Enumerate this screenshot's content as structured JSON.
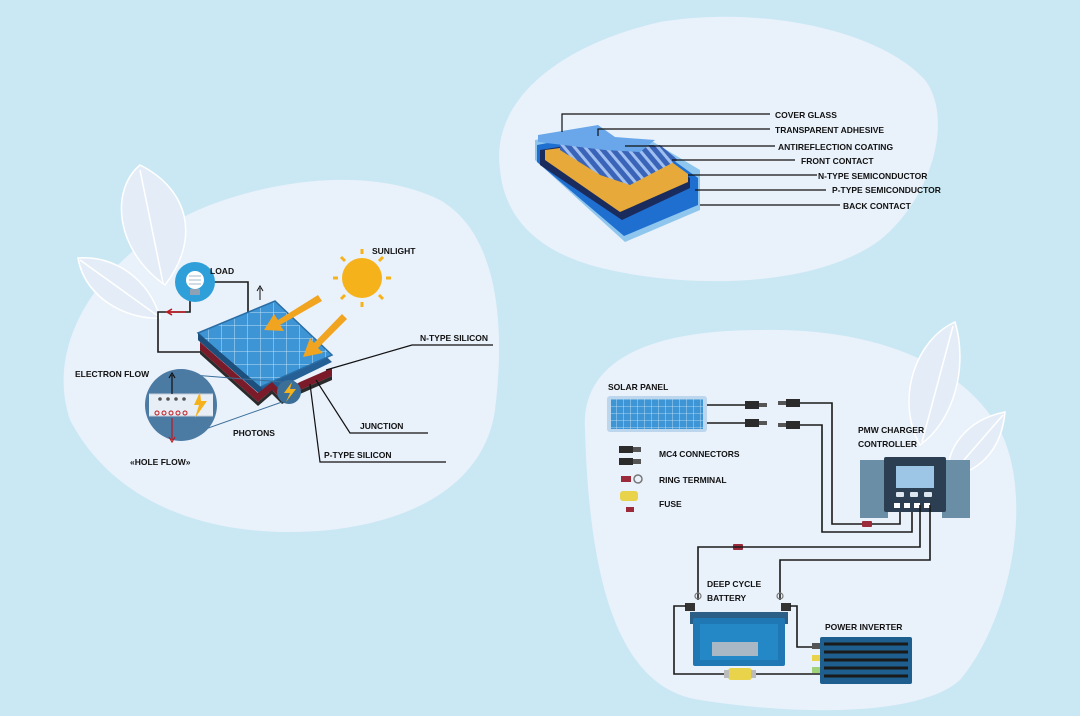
{
  "colors": {
    "background": "#c9e8f3",
    "blob": "#e9f1fb",
    "panel_blue": "#2f7fc1",
    "cell_blue": "#3d95d6",
    "sun": "#f6b21a",
    "arrow": "#f0a41f",
    "red_wire": "#c0161c",
    "dark": "#1a1a1a",
    "gold_layer": "#e6a93a"
  },
  "photovoltaic": {
    "load": "LOAD",
    "sunlight": "SUNLIGHT",
    "n_type_silicon": "N-TYPE SILICON",
    "electron_flow": "ELECTRON FLOW",
    "photons": "PHOTONS",
    "junction": "JUNCTION",
    "p_type_silicon": "P-TYPE SILICON",
    "hole_flow": "«HOLE FLOW»"
  },
  "layers": {
    "items": [
      "COVER GLASS",
      "TRANSPARENT ADHESIVE",
      "ANTIREFLECTION COATING",
      "FRONT CONTACT",
      "N-TYPE SEMICONDUCTOR",
      "P-TYPE SEMICONDUCTOR",
      "BACK CONTACT"
    ]
  },
  "system": {
    "solar_panel": "SOLAR PANEL",
    "charger_line1": "PMW CHARGER",
    "charger_line2": "CONTROLLER",
    "battery_line1": "DEEP CYCLE",
    "battery_line2": "BATTERY",
    "inverter": "POWER INVERTER",
    "legend": {
      "mc4": "MC4 CONNECTORS",
      "ring": "RING TERMINAL",
      "fuse": "FUSE"
    }
  },
  "icons": [
    "light-bulb-icon",
    "sun-icon",
    "leaf-icon",
    "lightning-icon"
  ]
}
